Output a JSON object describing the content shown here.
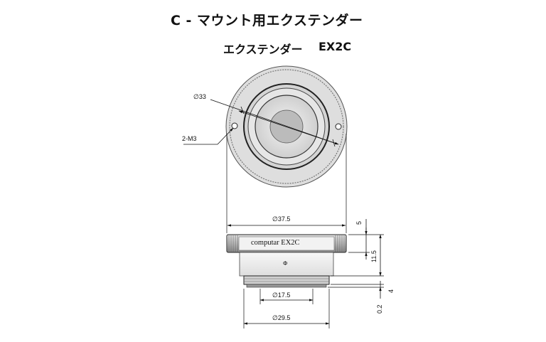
{
  "header": {
    "title": "C - マウント用エクステンダー",
    "subtitle": "エクステンダー",
    "model_code": "EX2C"
  },
  "top_view": {
    "label_pcd": "∅33",
    "label_screws": "2-M3"
  },
  "side_view": {
    "engraving": "computar  EX2C",
    "center_mark": "Φ"
  },
  "dimensions": {
    "outer_diameter": "∅37.5",
    "thread_diameter": "∅29.5",
    "inner_diameter": "∅17.5",
    "thickness_5": "5",
    "thickness_11_5": "11.5",
    "thickness_4": "4",
    "thickness_0_2": "0.2"
  }
}
